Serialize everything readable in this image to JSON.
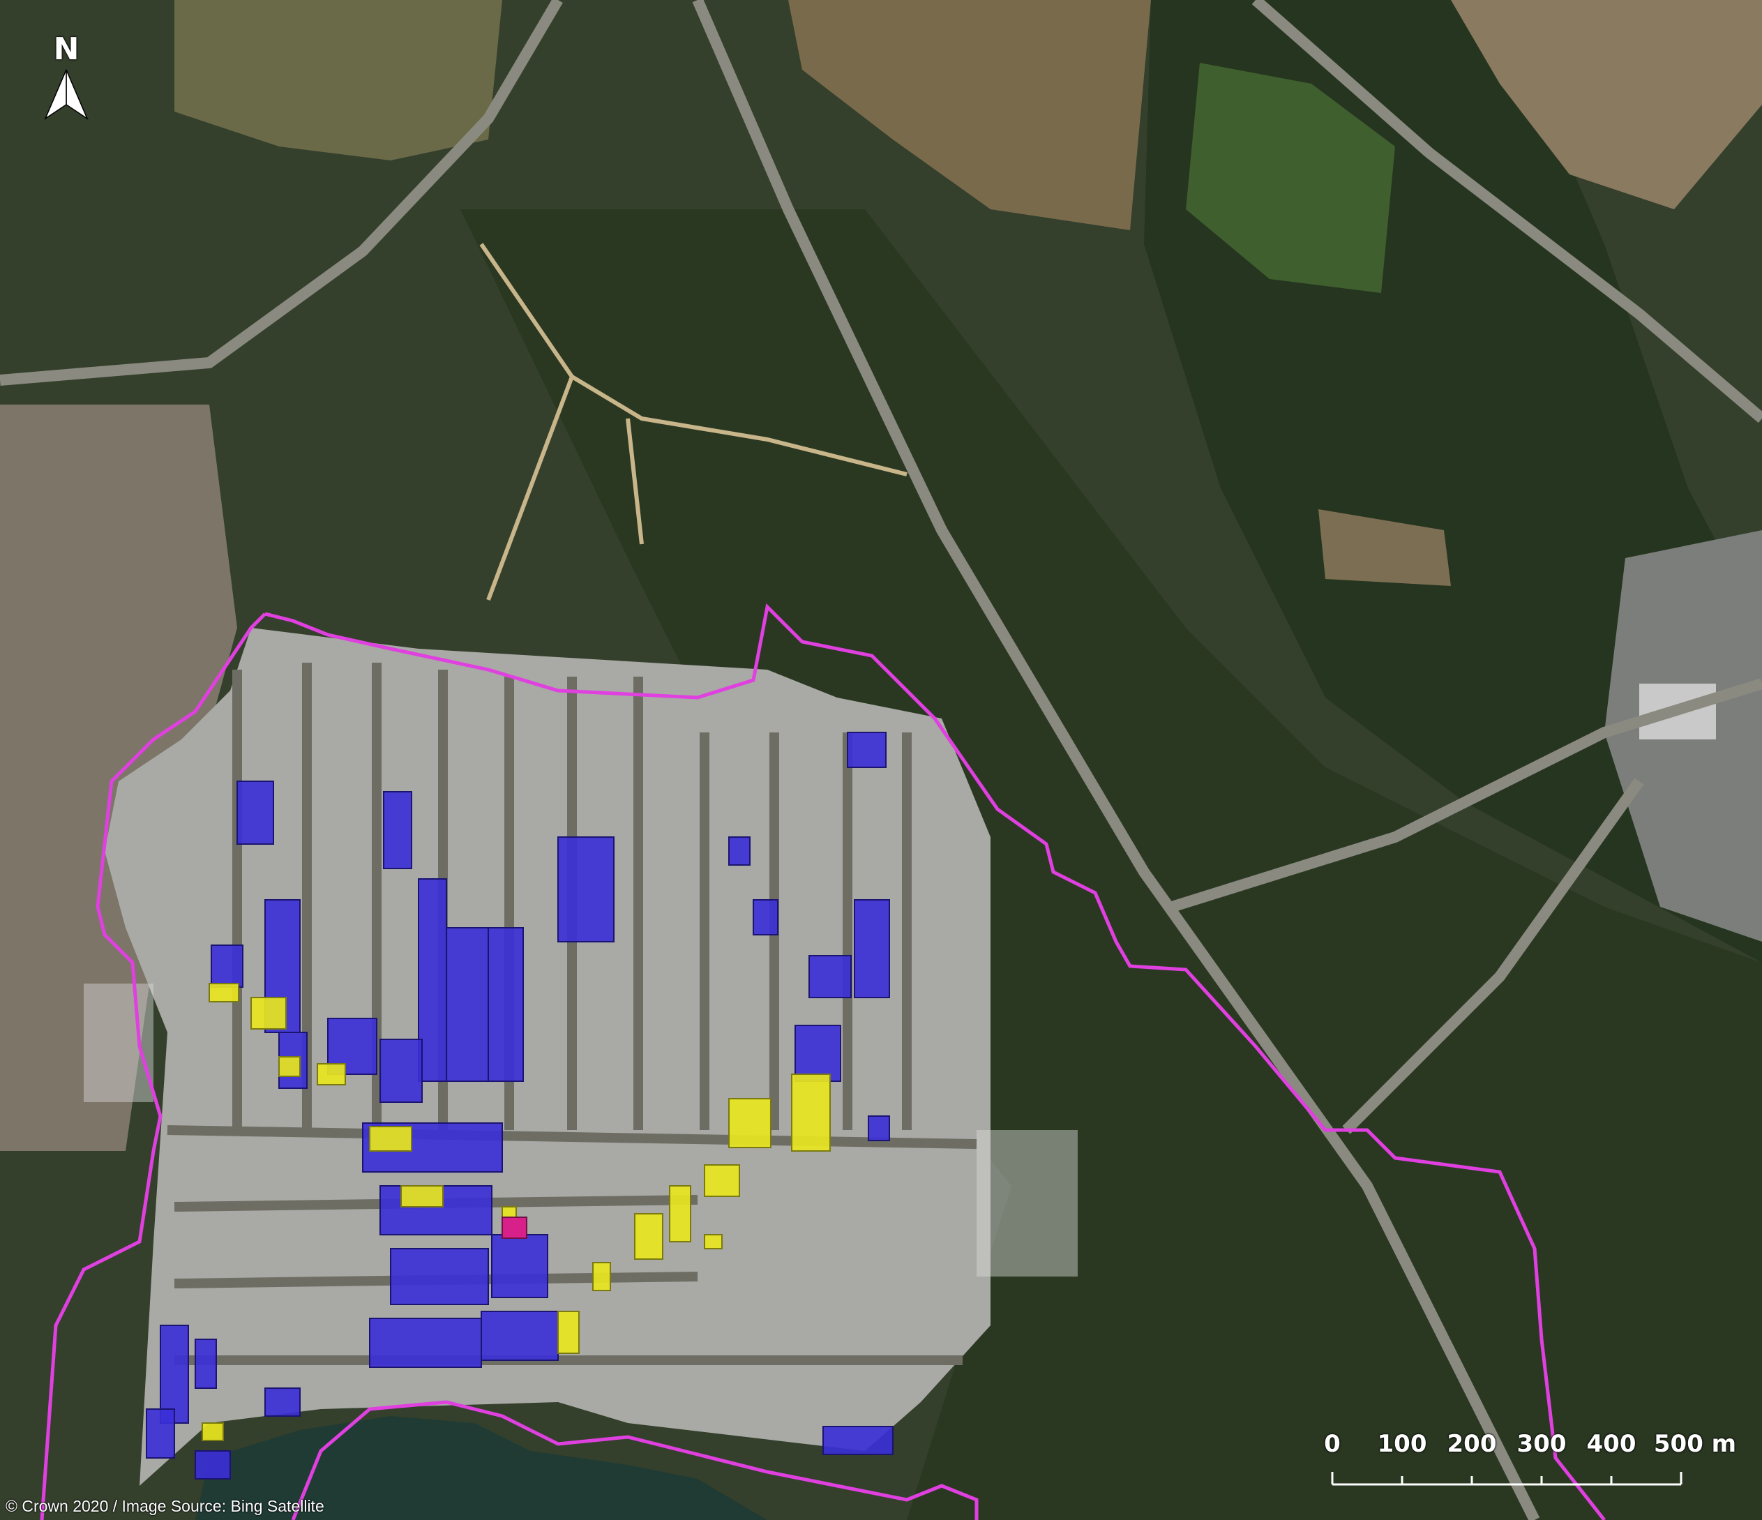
{
  "north_arrow": {
    "label": "N"
  },
  "scale_bar": {
    "ticks": [
      "0",
      "100",
      "200",
      "300",
      "400",
      "500 m"
    ]
  },
  "credit": "© Crown 2020 / Image Source: Bing Satellite",
  "legend_colors": {
    "boundary": "#e040e0",
    "blue_parcels": "#3a2fd8",
    "yellow_parcels": "#e8e61e",
    "magenta_parcels": "#d8208a",
    "grey_parcels": "#b9b9b9"
  },
  "icons": [
    "north-arrow-icon"
  ]
}
